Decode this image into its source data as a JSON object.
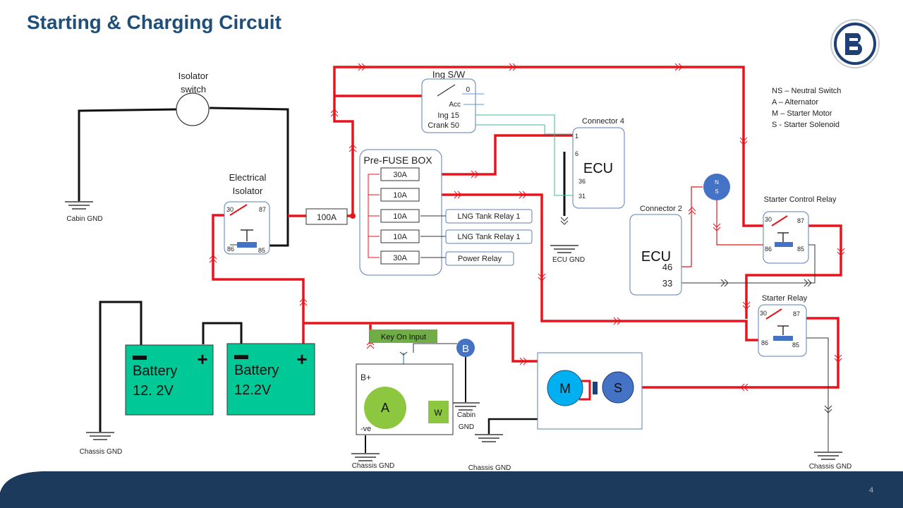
{
  "title": "Starting & Charging Circuit",
  "page_number": "4",
  "legend": [
    "NS – Neutral Switch",
    "A – Alternator",
    "M – Starter Motor",
    "S -  Starter Solenoid"
  ],
  "isolator_switch": {
    "line1": "Isolator",
    "line2": "switch"
  },
  "electrical_isolator": {
    "line1": "Electrical",
    "line2": "Isolator",
    "pin30": "30",
    "pin87": "87",
    "pin86": "86",
    "pin85": "85"
  },
  "fuse_main": "100A",
  "prefuse": {
    "label": "Pre-FUSE BOX",
    "fuses": [
      "30A",
      "10A",
      "10A",
      "10A",
      "30A"
    ]
  },
  "relay_boxes": [
    "LNG Tank Relay 1",
    "LNG Tank Relay 1",
    "Power Relay"
  ],
  "ign_switch": {
    "label": "Ing S/W",
    "positions": [
      "0",
      "Acc",
      "Ing 15",
      "Crank 50"
    ]
  },
  "ecu1": {
    "connector": "Connector  4",
    "label": "ECU",
    "pins": [
      "1",
      "6",
      "36",
      "31"
    ]
  },
  "ecu2": {
    "connector": "Connector  2",
    "label": "ECU",
    "pins": [
      "46",
      "33"
    ]
  },
  "ns": {
    "line1": "N",
    "line2": "S"
  },
  "starter_control_relay": {
    "label": "Starter Control Relay",
    "pin30": "30",
    "pin87": "87",
    "pin86": "86",
    "pin85": "85"
  },
  "starter_relay": {
    "label": "Starter Relay",
    "pin30": "30",
    "pin87": "87",
    "pin86": "86",
    "pin85": "85"
  },
  "battery1": {
    "label": "Battery",
    "voltage": "12. 2V",
    "neg": "▬",
    "pos": "+"
  },
  "battery2": {
    "label": "Battery",
    "voltage": "12.2V",
    "neg": "▬",
    "pos": "+"
  },
  "alternator": {
    "a": "A",
    "w": "W",
    "bplus": "B+",
    "neg": "-ve",
    "b": "B"
  },
  "key_on_input": "Key On Input",
  "starter": {
    "m": "M",
    "s": "S"
  },
  "grounds": {
    "cabin": "Cabin GND",
    "ecu": "ECU GND",
    "chassis_batt": "Chassis GND",
    "chassis_alt": "Chassis GND",
    "cabin_alt_1": "Cabin",
    "cabin_alt_2": "GND",
    "chassis_motor": "Chassis GND",
    "chassis_relay": "Chassis GND"
  },
  "colors": {
    "title": "#1f4e79",
    "wire_power": "#e8141b",
    "wire_signal": "#3cb8a0",
    "battery": "#00c896",
    "alt_green": "#8dc63f",
    "key_box": "#70ad47",
    "motor": "#00b0f0",
    "solenoid": "#4472c4",
    "footer": "#1b3a5c"
  }
}
